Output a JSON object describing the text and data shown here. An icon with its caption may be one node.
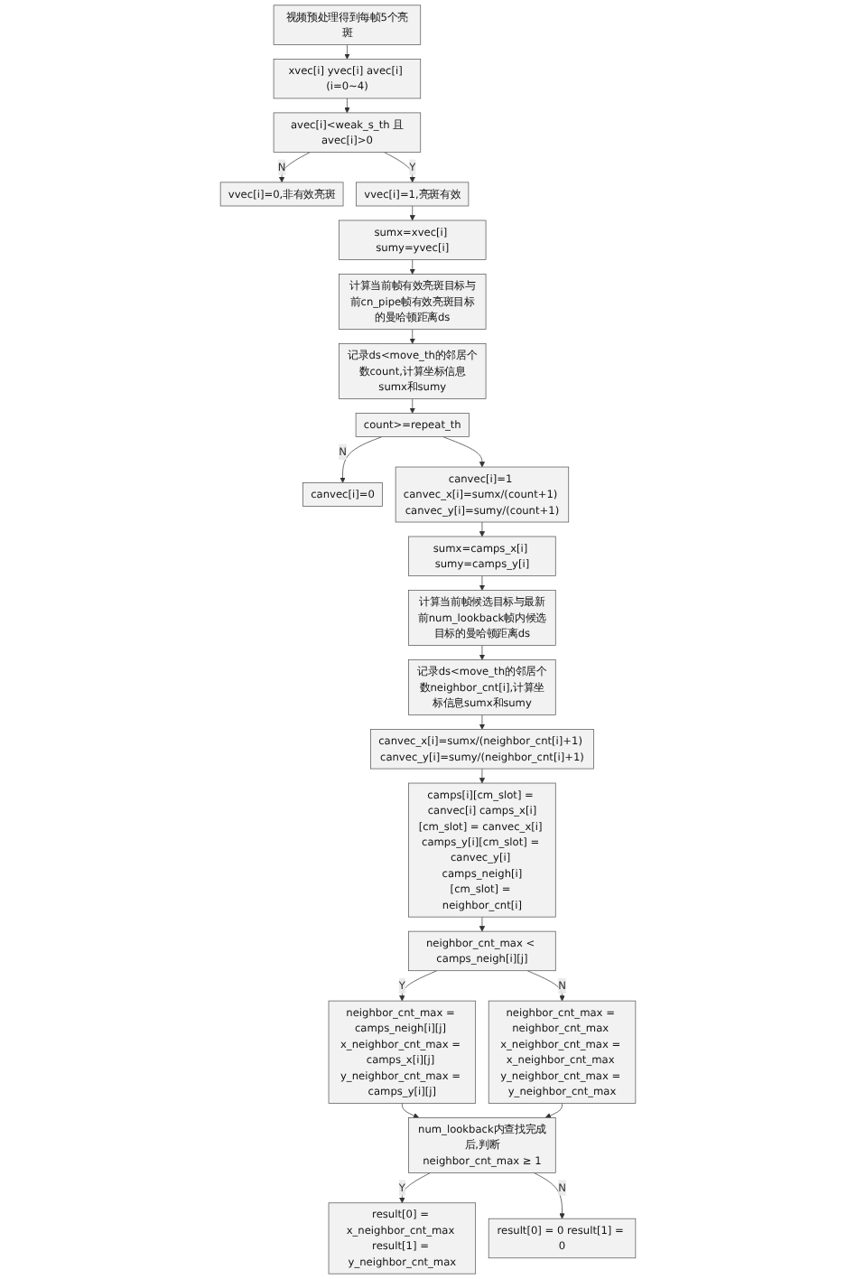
{
  "diagram": {
    "nodes": [
      {
        "text": [
          "视频预处理得到每帧5个亮斑"
        ]
      },
      {
        "text": [
          "xvec[i] yvec[i] avec[i] (i=0~4)"
        ]
      },
      {
        "text": [
          "avec[i]<weak_s_th 且avec[i]>0"
        ]
      },
      {
        "text": [
          "vvec[i]=0,非有效亮斑"
        ]
      },
      {
        "text": [
          "vvec[i]=1,亮斑有效"
        ]
      },
      {
        "text": [
          "sumx=xvec[i] sumy=yvec[i]"
        ]
      },
      {
        "text": [
          "计算当前帧有效亮斑目标与前cn_pipe帧有效亮斑目标的曼哈顿距离ds"
        ]
      },
      {
        "text": [
          "记录ds<move_th的邻居个数count,计算坐标信息sumx和sumy"
        ]
      },
      {
        "text": [
          "count>=repeat_th"
        ]
      },
      {
        "text": [
          "canvec[i]=0"
        ]
      },
      {
        "text": [
          "canvec[i]=1 canvec_x[i]=sumx/(count+1) canvec_y[i]=sumy/(count+1)"
        ]
      },
      {
        "text": [
          "sumx=camps_x[i] sumy=camps_y[i]"
        ]
      },
      {
        "text": [
          "计算当前帧候选目标与最新前num_lookback帧内候选目标的曼哈顿距离ds"
        ]
      },
      {
        "text": [
          "记录ds<move_th的邻居个数neighbor_cnt[i],计算坐标信息sumx和sumy"
        ]
      },
      {
        "text": [
          "canvec_x[i]=sumx/(neighbor_cnt[i]+1) canvec_y[i]=sumy/(neighbor_cnt[i]+1)"
        ]
      },
      {
        "text": [
          "camps[i][cm_slot] = canvec[i] camps_x[i][cm_slot] = canvec_x[i] camps_y[i][cm_slot] = canvec_y[i] camps_neigh[i][cm_slot] = neighbor_cnt[i]"
        ]
      },
      {
        "text": [
          "neighbor_cnt_max < camps_neigh[i][j]"
        ]
      },
      {
        "text": [
          "neighbor_cnt_max = camps_neigh[i][j] x_neighbor_cnt_max = camps_x[i][j] y_neighbor_cnt_max = camps_y[i][j]"
        ]
      },
      {
        "text": [
          "neighbor_cnt_max = neighbor_cnt_max x_neighbor_cnt_max = x_neighbor_cnt_max y_neighbor_cnt_max = y_neighbor_cnt_max"
        ]
      },
      {
        "text": [
          "num_lookback内查找完成后,判断neighbor_cnt_max ≥ 1"
        ]
      },
      {
        "text": [
          "result[0] = x_neighbor_cnt_max result[1] = y_neighbor_cnt_max"
        ]
      },
      {
        "text": [
          "result[0] = 0 result[1] = 0"
        ]
      }
    ],
    "edges": [
      {
        "from": 0,
        "to": 1,
        "arrow": "to"
      },
      {
        "from": 1,
        "to": 2,
        "arrow": "to"
      },
      {
        "from": 2,
        "to": 3,
        "label": "N",
        "arrow": "to"
      },
      {
        "from": 2,
        "to": 4,
        "label": "Y",
        "arrow": "to"
      },
      {
        "from": 4,
        "to": 5,
        "arrow": "to"
      },
      {
        "from": 5,
        "to": 6,
        "arrow": "to"
      },
      {
        "from": 6,
        "to": 7,
        "arrow": "to"
      },
      {
        "from": 7,
        "to": 8,
        "arrow": "to"
      },
      {
        "from": 8,
        "to": 9,
        "label": "N",
        "arrow": "to"
      },
      {
        "from": 8,
        "to": 10,
        "arrow": "to"
      },
      {
        "from": 10,
        "to": 11,
        "arrow": "to"
      },
      {
        "from": 11,
        "to": 12,
        "arrow": "to"
      },
      {
        "from": 12,
        "to": 13,
        "arrow": "to"
      },
      {
        "from": 13,
        "to": 14,
        "arrow": "to"
      },
      {
        "from": 14,
        "to": 15,
        "arrow": "to"
      },
      {
        "from": 15,
        "to": 16,
        "arrow": "to"
      },
      {
        "from": 16,
        "to": 17,
        "label": "Y",
        "arrow": "to"
      },
      {
        "from": 16,
        "to": 18,
        "label": "N",
        "arrow": "to"
      },
      {
        "from": 17,
        "to": 19,
        "arrow": "to"
      },
      {
        "from": 18,
        "to": 19,
        "arrow": "to"
      },
      {
        "from": 19,
        "to": 20,
        "label": "Y",
        "arrow": "to"
      },
      {
        "from": 19,
        "to": 21,
        "label": "N",
        "arrow": "to"
      }
    ]
  }
}
